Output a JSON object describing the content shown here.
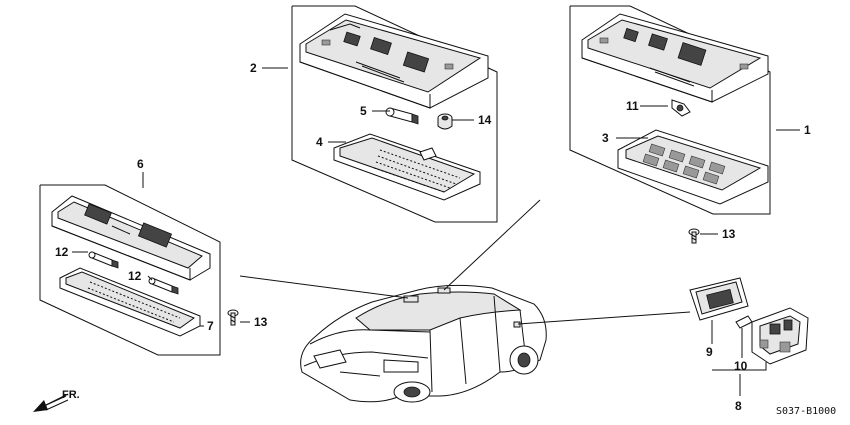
{
  "diagram": {
    "callouts": [
      {
        "id": "c1",
        "text": "1"
      },
      {
        "id": "c2",
        "text": "2"
      },
      {
        "id": "c3",
        "text": "3"
      },
      {
        "id": "c4",
        "text": "4"
      },
      {
        "id": "c5",
        "text": "5"
      },
      {
        "id": "c6",
        "text": "6"
      },
      {
        "id": "c7",
        "text": "7"
      },
      {
        "id": "c8",
        "text": "8"
      },
      {
        "id": "c9",
        "text": "9"
      },
      {
        "id": "c10",
        "text": "10"
      },
      {
        "id": "c11",
        "text": "11"
      },
      {
        "id": "c12a",
        "text": "12"
      },
      {
        "id": "c12b",
        "text": "12"
      },
      {
        "id": "c13a",
        "text": "13"
      },
      {
        "id": "c13b",
        "text": "13"
      },
      {
        "id": "c14",
        "text": "14"
      }
    ],
    "direction_label": "FR.",
    "diagram_code": "S037-B1000"
  }
}
